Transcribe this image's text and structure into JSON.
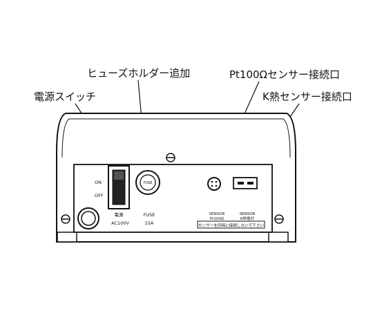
{
  "callouts": {
    "fuse_holder": "ヒューズホルダー追加",
    "pt100_connector": "Pt100Ωセンサー接続口",
    "power_switch": "電源スイッチ",
    "k_connector": "K熱センサー接続口"
  },
  "panel": {
    "switch_on": "ON",
    "switch_off": "OFF",
    "power_label": "電源",
    "power_voltage": "AC100V",
    "fuse_cap_text": "FUSE",
    "fuse_label": "FUSE",
    "fuse_rating": "15A",
    "sensor_label_1": "SENSOR",
    "sensor_type_1": "Pt100Ω",
    "sensor_label_2": "SENSOR",
    "sensor_type_2": "K熱電対",
    "warning_text": "センサーを同時に接続しないで下さい"
  }
}
